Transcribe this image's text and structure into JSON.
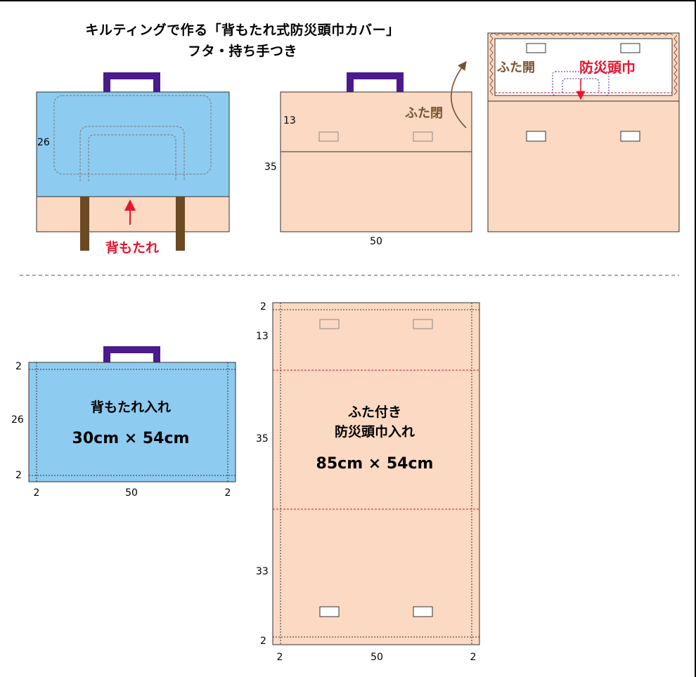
{
  "header": {
    "title_line1": "キルティングで作る「背もたれ式防災頭巾カバー」",
    "title_line2": "フタ・持ち手つき"
  },
  "top_left": {
    "dim_height": "26",
    "backrest_label": "背もたれ"
  },
  "top_middle": {
    "lid_close_label": "ふた閉",
    "dim_lid": "13",
    "dim_body": "35",
    "dim_width": "50"
  },
  "top_right": {
    "lid_open_label": "ふた開",
    "hood_label": "防災頭巾"
  },
  "bottom_left": {
    "name": "背もたれ入れ",
    "size": "30cm × 54cm",
    "dim_top": "2",
    "dim_height": "26",
    "dim_bottom": "2",
    "dim_left": "2",
    "dim_width": "50",
    "dim_right": "2"
  },
  "bottom_right": {
    "name_line1": "ふた付き",
    "name_line2": "防災頭巾入れ",
    "size": "85cm × 54cm",
    "dim_top": "2",
    "dim_lid": "13",
    "dim_middle": "35",
    "dim_lower": "33",
    "dim_bottom": "2",
    "dim_left": "2",
    "dim_width": "50",
    "dim_right": "2"
  },
  "colors": {
    "fabric_blue": "#8ecbf0",
    "fabric_peach": "#fbd9c2",
    "handle_purple": "#4b1a8c",
    "strap_brown": "#6b4a22",
    "accent_red": "#e8142c",
    "label_brown": "#7a5230"
  }
}
